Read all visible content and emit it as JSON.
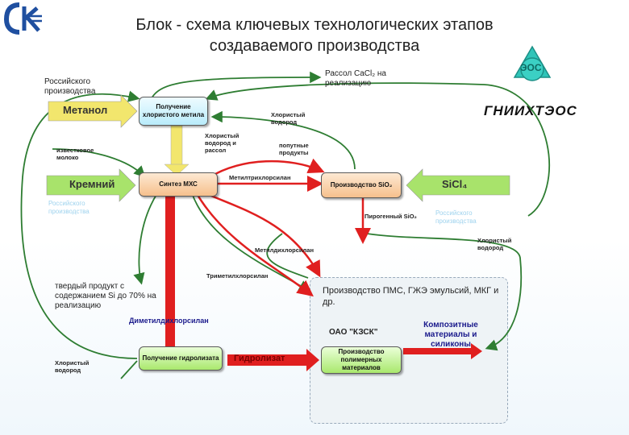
{
  "title": "Блок - схема ключевых технологических этапов создаваемого производства",
  "logos": {
    "left_logo_text": "Ck",
    "right_emblem_text": "ЭОС",
    "right_org_name": "ГНИИХТЭОС"
  },
  "labels": {
    "russian_production_1": "Российского производства",
    "russian_production_2": "Российского производства",
    "russian_production_faint": "Российского производства",
    "cacl2": "Рассол CaCl₂ на реализацию",
    "hcl_top": "Хлористый водород",
    "h2_hcl_brine": "Хлористый водород и рассол",
    "lime_milk": "известковое молоко",
    "byproducts": "попутные продукты",
    "methyltrichlorosilane": "Метилтрихлорсилан",
    "pyrogenic_sio2": "Пирогенный SiO₂",
    "hcl_right": "Хлористый водород",
    "methyldichlorosilane": "Метилдихлорсилан",
    "trimethylchlorosilane": "Триметилхлорсилан",
    "solid_product": "твердый продукт с содержанием Si до 70% на реализацию",
    "dimethyldichlorosilane": "Диметилдихлорсилан",
    "hcl_bottom": "Хлористый водород",
    "pms_production": "Производство ПМС, ГЖЭ эмульсий, МКГ и др.",
    "kzsk": "ОАО \"КЗСК\"",
    "composite": "Композитные материалы и силиконы"
  },
  "inputs": {
    "methanol": "Метанол",
    "silicon": "Кремний",
    "sicl4": "SiCl₄"
  },
  "boxes": {
    "chloromethyl": "Получение хлористого метила",
    "mhs_synthesis": "Синтез МХС",
    "sio2_production": "Производство SiO₂",
    "hydrolysate": "Получение гидролизата",
    "polymer_production": "Производство полимерных материалов"
  },
  "arrow_labels": {
    "hydrolysate_arrow": "Гидролизат"
  },
  "colors": {
    "green_arrow": "#2e7d32",
    "red_arrow": "#e01f1f",
    "input_yellow": "#f2e66d",
    "input_green": "#a8e36b",
    "blue_text": "#1a1a8c"
  }
}
